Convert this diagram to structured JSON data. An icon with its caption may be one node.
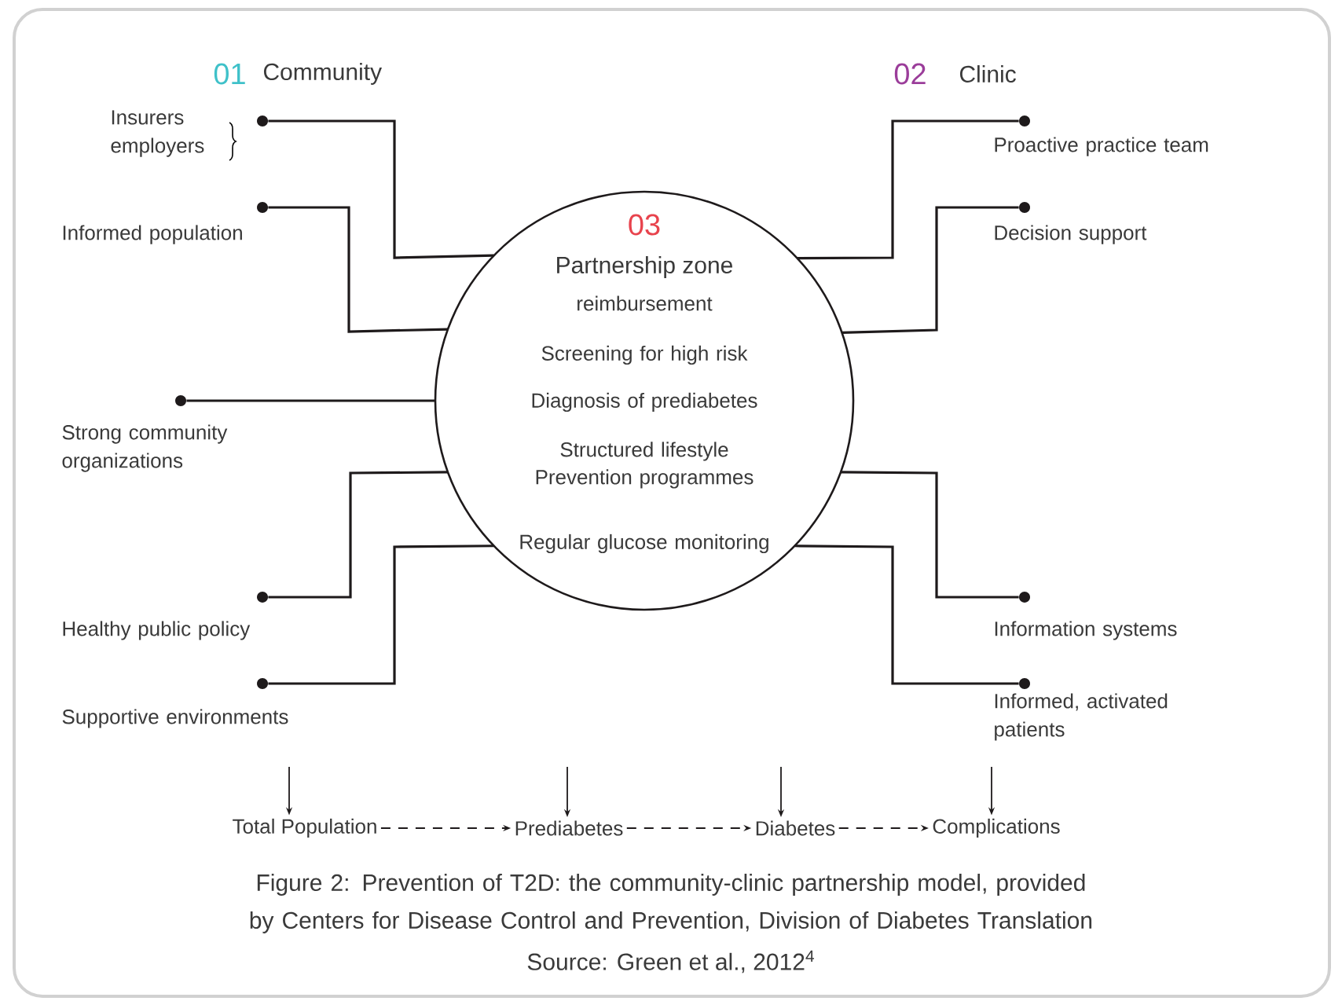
{
  "diagram": {
    "caption": "Figure 2: Prevention of T2D: the community-clinic partnership model, provided by Centers for Disease Control and Prevention, Division of Diabetes Translation",
    "nodes": [
      {
        "text": [
          "03",
          "Partnership zone",
          "reimbursement",
          "Screening for high risk",
          "Diagnosis of prediabetes",
          "Structured lifestyle Prevention programmes",
          "Regular glucose monitoring"
        ]
      },
      {
        "text": [],
        "shape": "circle",
        "beside": [
          "Insurers employers"
        ]
      },
      {
        "text": [],
        "shape": "circle",
        "beside": [
          "Informed population"
        ]
      },
      {
        "text": [],
        "shape": "circle",
        "beside": [
          "Strong community organizations"
        ]
      },
      {
        "text": [],
        "shape": "circle",
        "beside": [
          "Healthy public policy"
        ]
      },
      {
        "text": [],
        "shape": "circle",
        "beside": [
          "Supportive environments"
        ]
      },
      {
        "text": [],
        "shape": "circle",
        "beside": [
          "Proactive practice team"
        ]
      },
      {
        "text": [],
        "shape": "circle",
        "beside": [
          "Decision support"
        ]
      },
      {
        "text": [],
        "shape": "circle",
        "beside": [
          "Information systems"
        ]
      },
      {
        "text": [],
        "shape": "circle",
        "beside": [
          "Informed, activated patients"
        ]
      },
      {
        "text": [
          "Total Population"
        ]
      },
      {
        "text": [
          "Prediabetes"
        ]
      },
      {
        "text": [
          "Diabetes"
        ]
      },
      {
        "text": [
          "Complications"
        ]
      }
    ],
    "edges": [
      {
        "from": 1,
        "to": 0,
        "arrow": "none"
      },
      {
        "from": 2,
        "to": 0,
        "arrow": "none"
      },
      {
        "from": 3,
        "to": 0,
        "arrow": "none"
      },
      {
        "from": 4,
        "to": 0,
        "arrow": "none"
      },
      {
        "from": 5,
        "to": 0,
        "arrow": "none"
      },
      {
        "from": 6,
        "to": 0,
        "arrow": "none"
      },
      {
        "from": 7,
        "to": 0,
        "arrow": "none"
      },
      {
        "from": 8,
        "to": 0,
        "arrow": "none"
      },
      {
        "from": 9,
        "to": 0,
        "arrow": "none"
      },
      {
        "from": 10,
        "to": 11,
        "arrow": "to",
        "style": "dashed"
      },
      {
        "from": 11,
        "to": 12,
        "arrow": "to",
        "style": "dashed"
      },
      {
        "from": 12,
        "to": 13,
        "arrow": "to",
        "style": "dashed"
      },
      {
        "from": null,
        "to": 10,
        "arrow": "to"
      },
      {
        "from": null,
        "to": 11,
        "arrow": "to"
      },
      {
        "from": null,
        "to": 12,
        "arrow": "to"
      },
      {
        "from": null,
        "to": 13,
        "arrow": "to"
      }
    ],
    "labels": [
      "01",
      "Community",
      "02",
      "Clinic",
      "Source: Green et al., 2012$^{4}$"
    ]
  }
}
